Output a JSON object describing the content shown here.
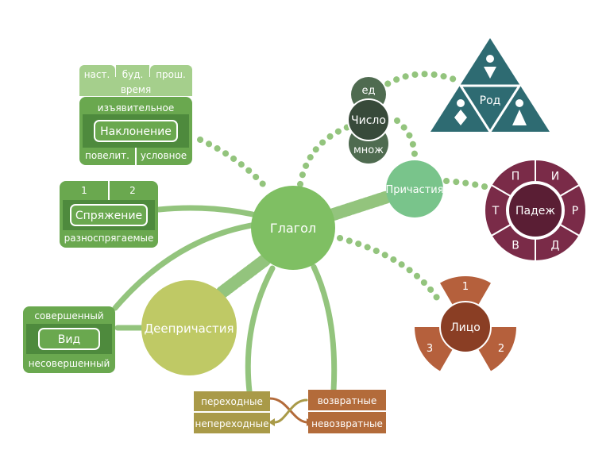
{
  "center": {
    "label": "Глагол"
  },
  "naklonenie": {
    "label": "Наклонение",
    "time_cells": [
      "наст.",
      "буд.",
      "прош."
    ],
    "time_label": "время",
    "top": "изъявительное",
    "bottom_left": "повелит.",
    "bottom_right": "условное"
  },
  "spryazhenie": {
    "label": "Спряжение",
    "cells": [
      "1",
      "2"
    ],
    "bottom": "разноспрягаемые"
  },
  "vid": {
    "label": "Вид",
    "top": "совершенный",
    "bottom": "несовершенный"
  },
  "deeprichastiya": {
    "label": "Деепричастия"
  },
  "chislo": {
    "label": "Число",
    "top": "ед",
    "bottom": "множ"
  },
  "rod": {
    "label": "Род"
  },
  "prichastiya": {
    "label": "Причастия"
  },
  "padezh": {
    "label": "Падеж",
    "segments": [
      "И",
      "Р",
      "Д",
      "В",
      "Т",
      "П"
    ]
  },
  "lico": {
    "label": "Лицо",
    "petals": [
      "1",
      "2",
      "3"
    ]
  },
  "perehodnost": {
    "top": "переходные",
    "bottom": "непереходные"
  },
  "vozvratnost": {
    "top": "возвратные",
    "bottom": "невозвратные"
  },
  "colors": {
    "light_green": "#93c47d",
    "mid_green": "#6aa84f",
    "dark_green": "#4e8a3d",
    "pale_green": "#a5cf8c",
    "olive": "#bfc965",
    "mint": "#79c48b",
    "slate": "#4f6b50",
    "teal": "#2e6b72",
    "maroon": "#7a2b48",
    "maroon_dark": "#5a1e34",
    "rust": "#b5603c",
    "brown": "#8a3e24",
    "khaki": "#a99a48",
    "tan": "#b36b3a"
  }
}
